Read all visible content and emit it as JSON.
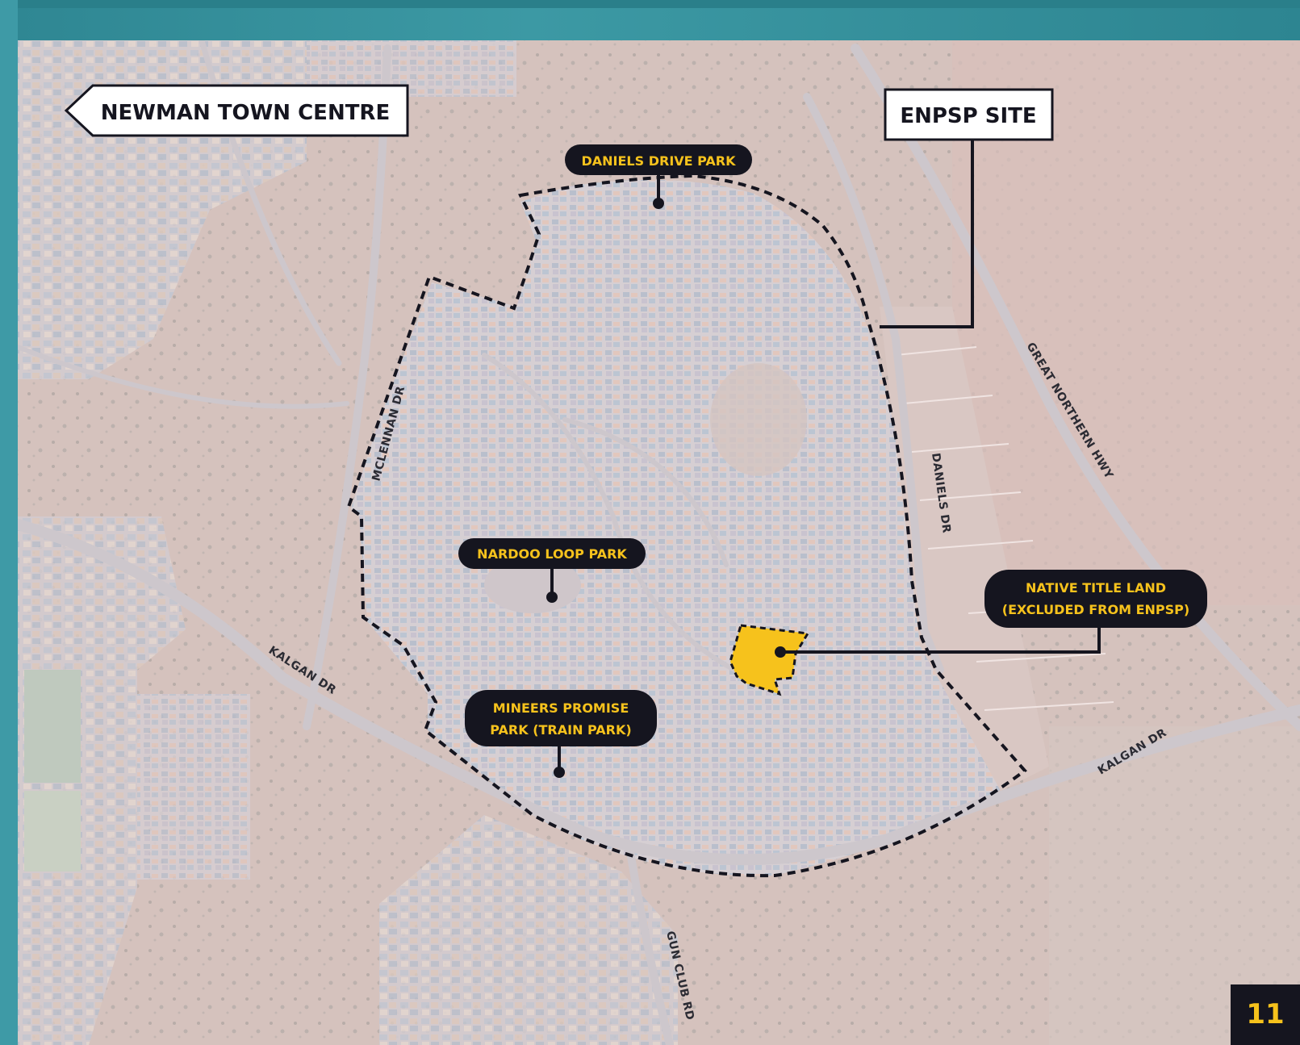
{
  "map": {
    "labels": {
      "town_centre": "NEWMAN TOWN CENTRE",
      "enpsp_site": "ENPSP SITE",
      "daniels_drive_park": "DANIELS DRIVE PARK",
      "nardoo_loop_park": "NARDOO LOOP PARK",
      "mineers_line1": "MINEERS PROMISE",
      "mineers_line2": "PARK (TRAIN PARK)",
      "native_title_line1": "NATIVE TITLE LAND",
      "native_title_line2": "(EXCLUDED FROM ENPSP)"
    },
    "roads": {
      "mclennan_dr": "MCLENNAN DR",
      "daniels_dr": "DANIELS DR",
      "great_northern_hwy": "GREAT NORTHERN HWY",
      "kalgan_dr_west": "KALGAN DR",
      "kalgan_dr_east": "KALGAN DR",
      "gun_club_rd": "GUN CLUB RD"
    },
    "colors": {
      "frame_teal": "#3e9aa6",
      "label_dark": "#15151f",
      "label_yellow": "#f6c21c",
      "boundary": "#15151f"
    }
  },
  "page_number": "11"
}
